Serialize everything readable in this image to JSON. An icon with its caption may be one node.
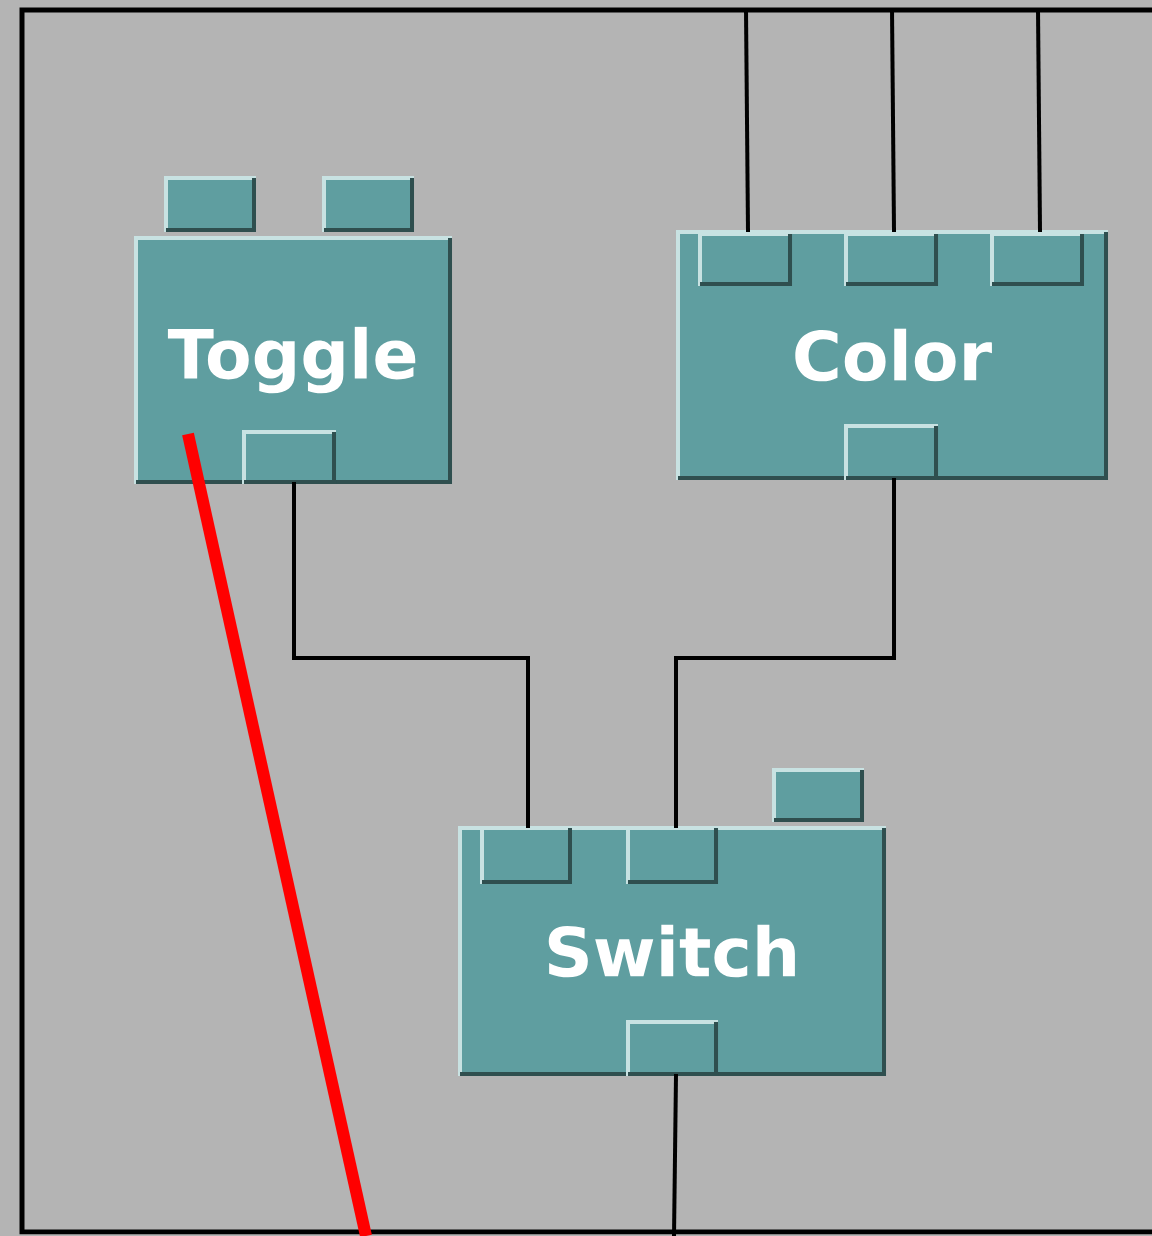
{
  "diagram": {
    "nodes": [
      {
        "text": [
          "Toggle"
        ]
      },
      {
        "text": [
          "Color"
        ]
      },
      {
        "text": [
          "Switch"
        ]
      }
    ],
    "edges": [
      {
        "from": null,
        "to": 1,
        "arrow": "none"
      },
      {
        "from": null,
        "to": 1,
        "arrow": "none"
      },
      {
        "from": null,
        "to": 1,
        "arrow": "none"
      },
      {
        "from": 0,
        "to": 2,
        "arrow": "none"
      },
      {
        "from": 1,
        "to": 2,
        "arrow": "none"
      },
      {
        "from": 2,
        "to": null,
        "arrow": "none"
      },
      {
        "from": 0,
        "to": null,
        "arrow": "none",
        "style": "thick",
        "color": "#ff0000"
      }
    ]
  }
}
